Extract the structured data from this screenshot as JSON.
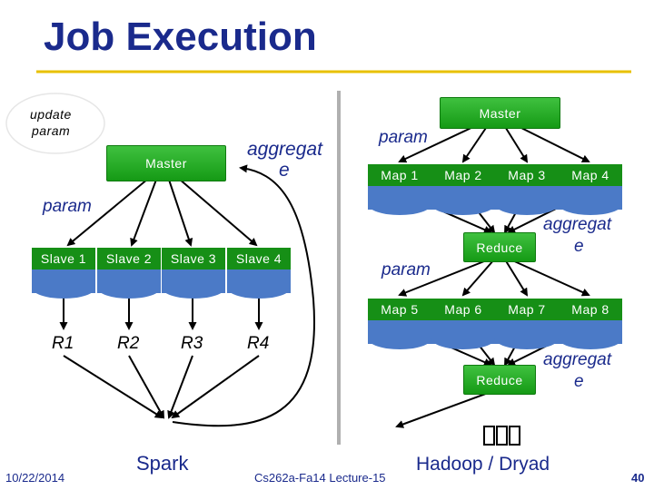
{
  "title": "Job Execution",
  "spark": {
    "update_param": [
      "update",
      "param"
    ],
    "master": "Master",
    "aggregate": [
      "aggregat",
      "e"
    ],
    "param": "param",
    "slaves": [
      "Slave 1",
      "Slave 2",
      "Slave 3",
      "Slave 4"
    ],
    "results": [
      "R1",
      "R2",
      "R3",
      "R4"
    ],
    "label": "Spark"
  },
  "hadoop": {
    "master": "Master",
    "param_top": "param",
    "maps_row1": [
      "Map 1",
      "Map 2",
      "Map 3",
      "Map 4"
    ],
    "reduce_1": "Reduce",
    "aggregate_1": [
      "aggregat",
      "e"
    ],
    "param_mid": "param",
    "maps_row2": [
      "Map 5",
      "Map 6",
      "Map 7",
      "Map 8"
    ],
    "reduce_2": "Reduce",
    "aggregate_2": [
      "aggregat",
      "e"
    ],
    "label": "Hadoop / Dryad"
  },
  "footer": {
    "date": "10/22/2014",
    "course": "Cs262a-Fa14 Lecture-15",
    "page": "40"
  },
  "colors": {
    "title": "#1a2a8c",
    "accent_line": "#e8c000",
    "box_green": "#159a15",
    "doc_blue": "#4b7ac7",
    "divider": "#b0b0b0"
  }
}
